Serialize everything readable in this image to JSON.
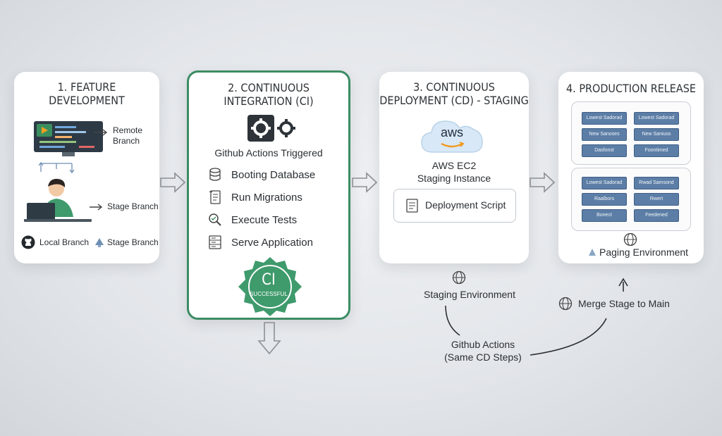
{
  "stages": {
    "feature": {
      "title": "1. FEATURE\nDEVELOPMENT",
      "remote_branch": "Remote\nBranch",
      "stage_branch": "Stage Branch",
      "local_branch": "Local Branch",
      "stage_branch_bottom": "Stage Branch"
    },
    "ci": {
      "title": "2. CONTINUOUS\nINTEGRATION (CI)",
      "trigger": "Github Actions Triggered",
      "steps": [
        {
          "label": "Booting Database",
          "icon": "database-icon"
        },
        {
          "label": "Run Migrations",
          "icon": "document-icon"
        },
        {
          "label": "Execute Tests",
          "icon": "magnifier-icon"
        },
        {
          "label": "Serve Application",
          "icon": "server-icon"
        }
      ],
      "badge_main": "CI",
      "badge_sub": "SUCCESSFUL"
    },
    "cd": {
      "title": "3. CONTINUOUS\nDEPLOYMENT (CD) - STAGING",
      "cloud_label": "aws",
      "instance": "AWS EC2\nStaging Instance",
      "script": "Deployment Script"
    },
    "prod": {
      "title": "4. PRODUCTION RELEASE",
      "panel_top": [
        [
          "Lowest Sadorad",
          "Lowest Sadorad"
        ],
        [
          "New Sanoses",
          "New Saniuss"
        ],
        [
          "Dasfonst",
          "Foontimed"
        ]
      ],
      "panel_bottom": [
        [
          "Lowest Sadorad",
          "Rwad Samsond"
        ],
        [
          "Raalbors",
          "Rwert"
        ],
        [
          "Bonect",
          "Feedened"
        ]
      ],
      "env": "Paging Environment"
    }
  },
  "flow": {
    "staging_env": "Staging Environment",
    "merge": "Merge Stage to Main",
    "github_actions": "Github Actions\n(Same CD Steps)"
  },
  "colors": {
    "accent_green": "#3c8c63",
    "badge_green": "#3f9a6c",
    "tile_blue": "#5c7ea6",
    "arrow_gray": "#8b9096"
  }
}
